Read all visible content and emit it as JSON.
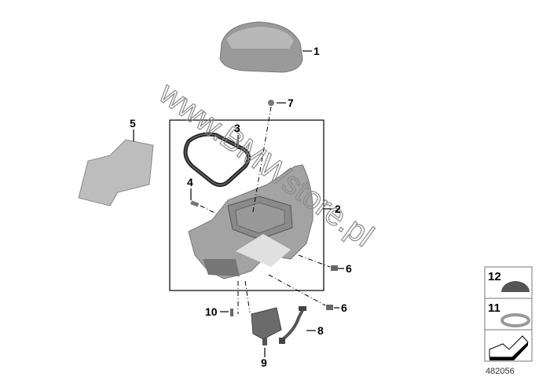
{
  "diagram": {
    "watermark": "www.BMWstore.pl",
    "drawing_number": "482056",
    "callouts": {
      "p1": "1",
      "p2": "2",
      "p3": "3",
      "p4": "4",
      "p5": "5",
      "p6a": "6",
      "p6b": "6",
      "p7": "7",
      "p8": "8",
      "p9": "9",
      "p10": "10"
    },
    "legend": [
      {
        "number": "12",
        "part": "cap-dome"
      },
      {
        "number": "11",
        "part": "washer-ring"
      },
      {
        "number": "",
        "part": "direction-arrow"
      }
    ]
  }
}
